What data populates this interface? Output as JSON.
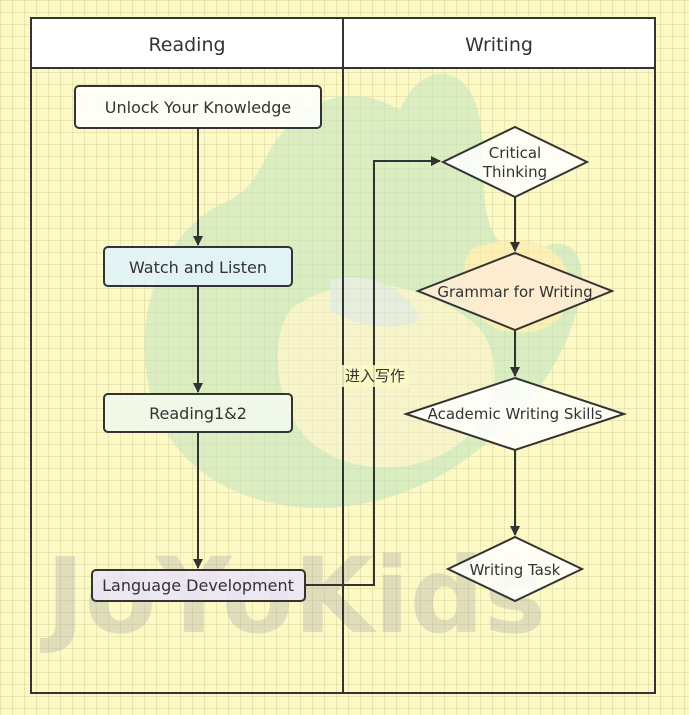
{
  "lanes": {
    "left": "Reading",
    "right": "Writing"
  },
  "nodes": {
    "unlock": "Unlock Your Knowledge",
    "watch": "Watch and Listen",
    "reading12": "Reading1&2",
    "language": "Language Development",
    "critical_line1": "Critical",
    "critical_line2": "Thinking",
    "grammar": "Grammar for Writing",
    "academic": "Academic Writing Skills",
    "task": "Writing Task"
  },
  "edges": {
    "to_writing": "进入写作"
  },
  "watermark": {
    "text": "JoYoKids"
  },
  "colors": {
    "lane_border": "#333333",
    "box_border": "#333333",
    "arrow": "#333333"
  }
}
